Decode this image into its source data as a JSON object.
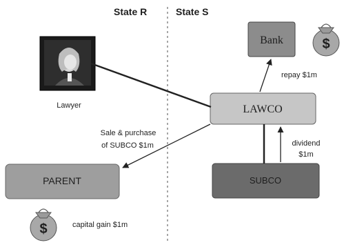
{
  "regions": {
    "left": "State R",
    "right": "State S"
  },
  "entities": {
    "bank": "Bank",
    "lawco": "LAWCO",
    "parent": "PARENT",
    "subco": "SUBCO",
    "lawyer": "Lawyer"
  },
  "flows": {
    "repay": "repay $1m",
    "sale_line1": "Sale & purchase",
    "sale_line2": "of SUBCO $1m",
    "dividend_line1": "dividend",
    "dividend_line2": "$1m",
    "capital_gain": "capital gain $1m"
  },
  "icons": {
    "money_bag": "money-bag-icon",
    "lawyer": "lawyer-portrait-icon"
  },
  "colors": {
    "bank_box": "#8c8c8c",
    "lawco_box": "#c6c6c6",
    "parent_box": "#9e9e9e",
    "subco_box": "#6b6b6b",
    "line": "#222222"
  }
}
